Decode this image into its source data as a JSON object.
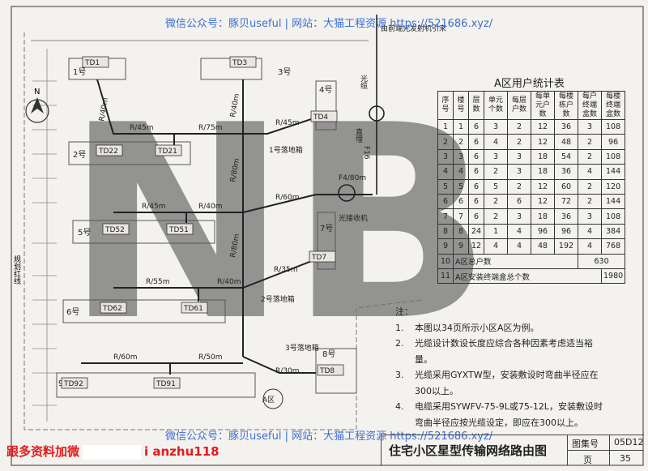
{
  "watermark_top": "微信公众号：豚贝useful | 网站：大猫工程资源 https://521686.xyz/",
  "watermark_bottom": "微信公众号：豚贝useful | 网站：大猫工程资源 https://521686.xyz/",
  "promo": {
    "left": "跟多资料加微",
    "right": "i anzhu118"
  },
  "overlay_letters": "NB",
  "title_block": {
    "title": "住宅小区星型传输网络路由图",
    "atlas_label": "图集号",
    "atlas_no": "05D12",
    "page_label": "页",
    "page_no": "35"
  },
  "diagram": {
    "source_label": "由前端光发射机引来",
    "fiber_label": "光缆",
    "conduit_label": "直埋",
    "f16_label": "F16",
    "f4_label": "F4/80m",
    "receiver_label": "光接收机",
    "north_label": "N",
    "plan_line_label": "规划红线",
    "zone_label": "A区",
    "buildings": [
      "1号",
      "2号",
      "3号",
      "4号",
      "5号",
      "6号",
      "7号",
      "8号",
      "9号"
    ],
    "boxes": [
      "TD1",
      "TD3",
      "TD4",
      "TD22",
      "TD21",
      "TD52",
      "TD51",
      "TD7",
      "TD62",
      "TD61",
      "TD92",
      "TD91",
      "TD8"
    ],
    "manholes": [
      "1号落地箱",
      "2号落地箱",
      "3号落地箱"
    ],
    "cable_labels": [
      "R/40m",
      "R/45m",
      "R/75m",
      "R/40m",
      "R/45m",
      "R/80m",
      "R/45m",
      "R/40m",
      "R/60m",
      "R/80m",
      "R/35m",
      "R/55m",
      "R/40m",
      "R/60m",
      "R/50m",
      "R/30m"
    ]
  },
  "stats": {
    "title": "A区用户统计表",
    "headers": [
      "序号",
      "楼号",
      "层数",
      "单元个数",
      "每层户数",
      "每单元户数",
      "每楼栋户数",
      "每户终端盒数",
      "每楼终端盒数"
    ],
    "rows": [
      [
        "1",
        "1",
        "6",
        "3",
        "2",
        "12",
        "36",
        "3",
        "108"
      ],
      [
        "2",
        "2",
        "6",
        "4",
        "2",
        "12",
        "48",
        "2",
        "96"
      ],
      [
        "3",
        "3",
        "6",
        "3",
        "3",
        "18",
        "54",
        "2",
        "108"
      ],
      [
        "4",
        "4",
        "6",
        "2",
        "3",
        "18",
        "36",
        "4",
        "144"
      ],
      [
        "5",
        "5",
        "6",
        "5",
        "2",
        "12",
        "60",
        "2",
        "120"
      ],
      [
        "6",
        "6",
        "6",
        "2",
        "6",
        "12",
        "72",
        "2",
        "144"
      ],
      [
        "7",
        "7",
        "6",
        "2",
        "3",
        "18",
        "36",
        "3",
        "108"
      ],
      [
        "8",
        "8",
        "24",
        "1",
        "4",
        "96",
        "96",
        "4",
        "384"
      ],
      [
        "9",
        "9",
        "12",
        "4",
        "4",
        "48",
        "192",
        "4",
        "768"
      ]
    ],
    "total_households": {
      "no": "10",
      "label": "A区总户数",
      "value": "630"
    },
    "total_boxes": {
      "no": "11",
      "label": "A区安装终端盒总个数",
      "value": "1980"
    }
  },
  "notes": {
    "label": "注：",
    "items": [
      {
        "no": "1.",
        "text": "本图以34页所示小区A区为例。"
      },
      {
        "no": "2.",
        "text": "光缆设计数设长度应综合各种因素考虑适当裕量。"
      },
      {
        "no": "3.",
        "text": "光缆采用GYXTW型，安装敷设时弯曲半径应在300以上。"
      },
      {
        "no": "4.",
        "text": "电缆采用SYWFV-75-9L或75-12L，安装敷设时弯曲半径应按光缆设定，即应在300以上。"
      }
    ]
  }
}
